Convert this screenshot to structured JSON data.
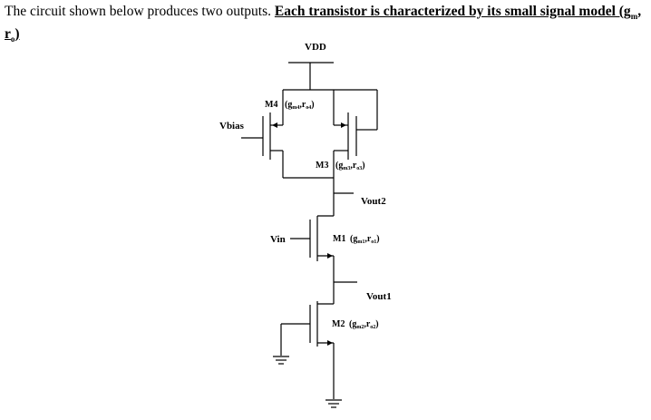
{
  "intro": {
    "plain": "The circuit shown below produces two outputs. ",
    "emph_start": "Each transistor is characterized by its small signal model (g",
    "emph_sub1": "m",
    "emph_mid": ", r",
    "emph_sub2": "o",
    "emph_end": ")"
  },
  "circuit": {
    "supply": "VDD",
    "inputs": {
      "bias": "Vbias",
      "signal": "Vin"
    },
    "outputs": {
      "out2": "Vout2",
      "out1": "Vout1"
    },
    "transistors": {
      "m4": {
        "name": "M4",
        "params": "(gm4,ro4)",
        "g": "g",
        "g_sub": "m4",
        "r": "r",
        "r_sub": "o4"
      },
      "m3": {
        "name": "M3",
        "params": "(gm3,ro3)",
        "g": "g",
        "g_sub": "m3",
        "r": "r",
        "r_sub": "o3"
      },
      "m1": {
        "name": "M1",
        "params": "(gm1,ro1)",
        "g": "g",
        "g_sub": "m1",
        "r": "r",
        "r_sub": "o1"
      },
      "m2": {
        "name": "M2",
        "params": "(gm2,ro2)",
        "g": "g",
        "g_sub": "m2",
        "r": "r",
        "r_sub": "o2"
      }
    }
  }
}
